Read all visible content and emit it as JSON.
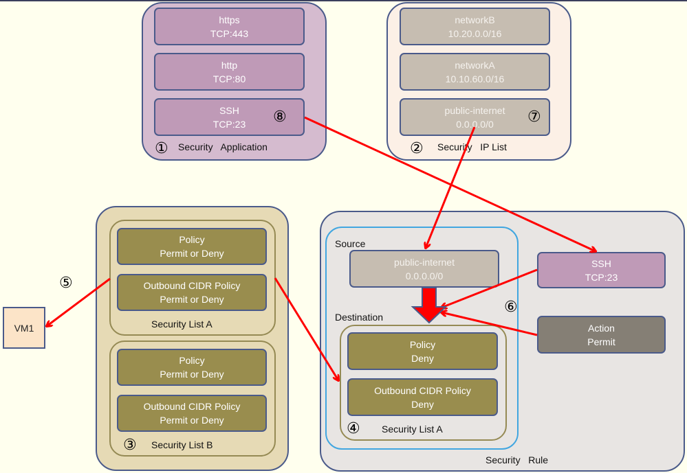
{
  "security_application": {
    "title": "Security   Application",
    "marker": "①",
    "items": [
      {
        "name": "https",
        "port": "TCP:443"
      },
      {
        "name": "http",
        "port": "TCP:80"
      },
      {
        "name": "SSH",
        "port": "TCP:23",
        "marker": "⑧"
      }
    ]
  },
  "security_ip_list": {
    "title": "Security   IP List",
    "marker": "②",
    "items": [
      {
        "name": "networkB",
        "cidr": "10.20.0.0/16"
      },
      {
        "name": "networkA",
        "cidr": "10.10.60.0/16"
      },
      {
        "name": "public-internet",
        "cidr": "0.0.0.0/0",
        "marker": "⑦"
      }
    ]
  },
  "security_lists_group": {
    "marker": "③",
    "lists": [
      {
        "title": "Security List A",
        "policy": {
          "line1": "Policy",
          "line2": "Permit or Deny"
        },
        "outbound": {
          "line1": "Outbound CIDR Policy",
          "line2": "Permit or Deny"
        }
      },
      {
        "title": "Security List B",
        "policy": {
          "line1": "Policy",
          "line2": "Permit or Deny"
        },
        "outbound": {
          "line1": "Outbound CIDR Policy",
          "line2": "Permit or Deny"
        }
      }
    ]
  },
  "vm": {
    "label": "VM1",
    "marker": "⑤"
  },
  "security_rule": {
    "title": "Security   Rule",
    "source_label": "Source",
    "destination_label": "Destination",
    "source": {
      "name": "public-internet",
      "cidr": "0.0.0.0/0"
    },
    "destination_list": {
      "marker": "④",
      "title": "Security List A",
      "policy": {
        "line1": "Policy",
        "line2": "Deny"
      },
      "outbound": {
        "line1": "Outbound CIDR Policy",
        "line2": "Deny"
      }
    },
    "application": {
      "name": "SSH",
      "port": "TCP:23"
    },
    "action": {
      "line1": "Action",
      "line2": "Permit"
    },
    "marker": "⑥"
  },
  "colors": {
    "arrow": "#FF0000",
    "app_box": "#BF9AB7",
    "ip_box": "#C6BDB1",
    "olive_box": "#998D4E",
    "action_box": "#857F75",
    "border": "#4A5A8A"
  }
}
